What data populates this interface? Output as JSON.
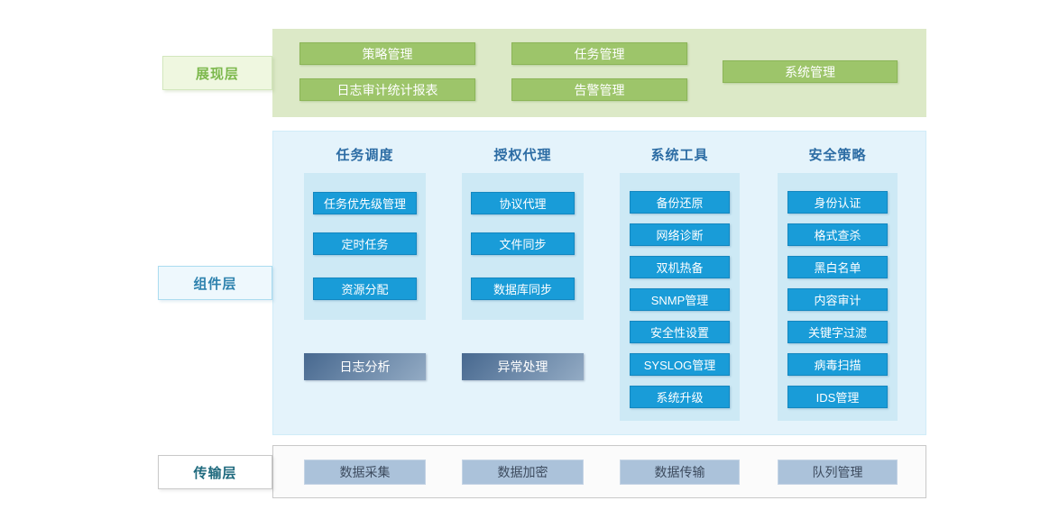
{
  "layers": {
    "presentation": {
      "label": "展现层",
      "buttons": [
        "策略管理",
        "任务管理",
        "日志审计统计报表",
        "告警管理",
        "系统管理"
      ]
    },
    "component": {
      "label": "组件层",
      "columns": [
        {
          "title": "任务调度",
          "items": [
            "任务优先级管理",
            "定时任务",
            "资源分配"
          ],
          "extra": "日志分析"
        },
        {
          "title": "授权代理",
          "items": [
            "协议代理",
            "文件同步",
            "数据库同步"
          ],
          "extra": "异常处理"
        },
        {
          "title": "系统工具",
          "items": [
            "备份还原",
            "网络诊断",
            "双机热备",
            "SNMP管理",
            "安全性设置",
            "SYSLOG管理",
            "系统升级"
          ]
        },
        {
          "title": "安全策略",
          "items": [
            "身份认证",
            "格式查杀",
            "黑白名单",
            "内容审计",
            "关键字过滤",
            "病毒扫描",
            "IDS管理"
          ]
        }
      ]
    },
    "transport": {
      "label": "传输层",
      "buttons": [
        "数据采集",
        "数据加密",
        "数据传输",
        "队列管理"
      ]
    }
  },
  "colors": {
    "presentation_panel": "#dce9c7",
    "presentation_button": "#9dc56a",
    "presentation_label_text": "#7cb84c",
    "component_panel": "#e4f3fb",
    "component_subpanel": "#cde9f5",
    "component_button": "#199cd8",
    "component_header_text": "#2c6ca4",
    "gradient_button_start": "#47688f",
    "gradient_button_end": "#93abc4",
    "transport_button": "#abc2da",
    "transport_label_text": "#1f6a7e"
  }
}
